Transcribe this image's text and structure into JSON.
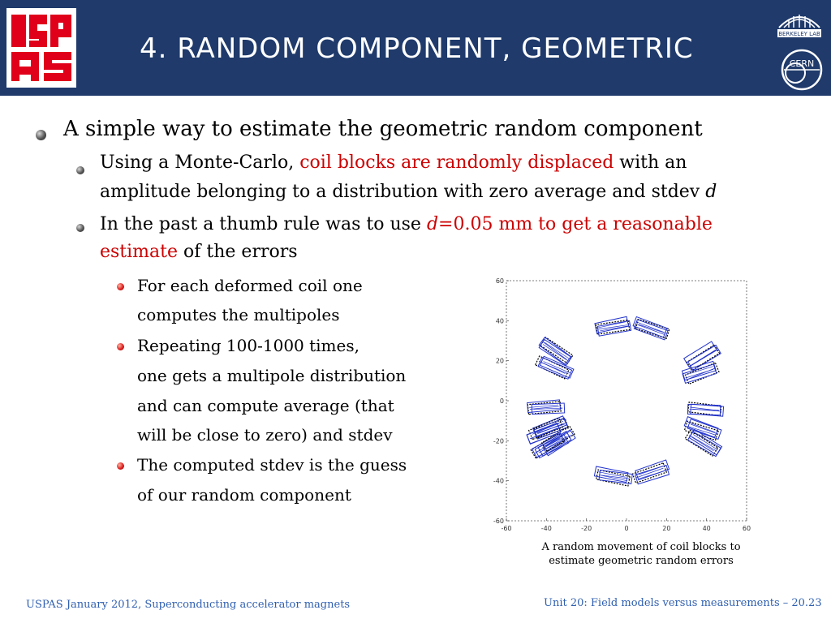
{
  "header": {
    "title": "4. RANDOM COMPONENT, GEOMETRIC",
    "left_logo": "USPAS",
    "right_logo_top": "BERKELEY LAB",
    "right_logo_bottom": "CERN"
  },
  "bullets": {
    "level1": "A simple way to estimate the geometric random component",
    "b1_part1": "Using a Monte-Carlo, ",
    "b1_red": "coil blocks are randomly displaced",
    "b1_part2": " with an",
    "b1_line2": "amplitude belonging to a distribution with zero average and stdev ",
    "b1_d": "d",
    "b2_part1": "In the past a thumb rule was to use ",
    "b2_d": "d",
    "b2_red1": "=0.05 mm to get a reasonable",
    "b2_red2": "estimate",
    "b2_part2": " of the errors",
    "sub1_l1": "For each deformed coil one",
    "sub1_l2": "computes the multipoles",
    "sub2_l1": "Repeating 100-1000 times,",
    "sub2_l2": "one gets a multipole distribution",
    "sub2_l3": "and can compute average (that",
    "sub2_l4": "will be close to zero) and stdev",
    "sub3_l1": "The computed stdev is the guess",
    "sub3_l2": "of our random component"
  },
  "figure": {
    "caption_l1": "A random movement of coil blocks to",
    "caption_l2": "estimate geometric random errors"
  },
  "chart_data": {
    "type": "scatter",
    "xlim": [
      -60,
      60
    ],
    "ylim": [
      -60,
      60
    ],
    "xticks": [
      "-60",
      "-40",
      "-20",
      "0",
      "20",
      "40",
      "60"
    ],
    "yticks": [
      "60",
      "40",
      "20",
      "0",
      "-20",
      "-40",
      "-60"
    ],
    "grid": true
  },
  "footer": {
    "left": "USPAS January 2012,  Superconducting accelerator magnets",
    "right": "Unit 20: Field models versus measurements – 20.23"
  }
}
